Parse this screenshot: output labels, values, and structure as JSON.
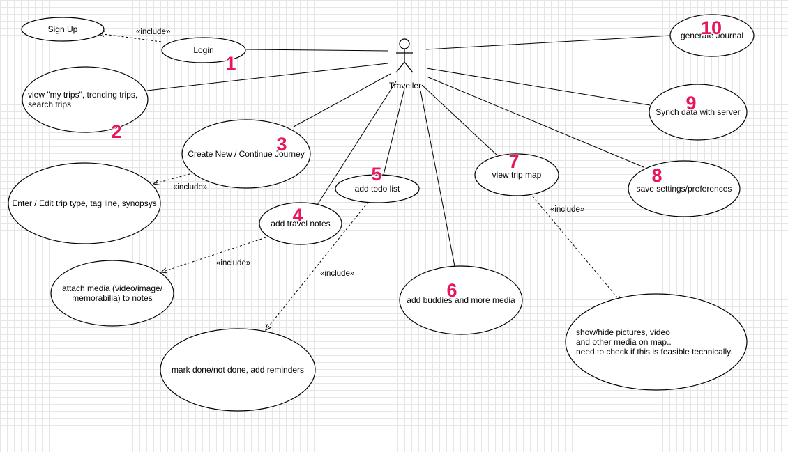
{
  "actor": {
    "name": "Traveller"
  },
  "include_label": "«include»",
  "use_cases": {
    "signup": {
      "label": [
        "Sign Up"
      ]
    },
    "login": {
      "label": [
        "Login"
      ],
      "number": "1"
    },
    "view_trips": {
      "label": [
        "view \"my trips\", trending trips,",
        "search trips"
      ],
      "number": "2"
    },
    "journey": {
      "label": [
        "Create New / Continue Journey"
      ],
      "number": "3"
    },
    "enter_trip": {
      "label": [
        "Enter / Edit trip type, tag line, synopsys"
      ]
    },
    "travel_notes": {
      "label": [
        "add travel notes"
      ],
      "number": "4"
    },
    "attach_media": {
      "label": [
        "attach media (video/image/",
        "memorabilia) to notes"
      ]
    },
    "todo": {
      "label": [
        "add todo list"
      ],
      "number": "5"
    },
    "mark_done": {
      "label": [
        "mark done/not done, add reminders"
      ]
    },
    "buddies": {
      "label": [
        "add buddies and more media"
      ],
      "number": "6"
    },
    "trip_map": {
      "label": [
        "view trip map"
      ],
      "number": "7"
    },
    "show_hide": {
      "label": [
        "show/hide pictures, video",
        "and other media on map..",
        "need to check if this is feasible technically."
      ]
    },
    "settings": {
      "label": [
        "save settings/preferences"
      ],
      "number": "8"
    },
    "synch": {
      "label": [
        "Synch data with server"
      ],
      "number": "9"
    },
    "journal": {
      "label": [
        "generate Journal"
      ],
      "number": "10"
    }
  }
}
